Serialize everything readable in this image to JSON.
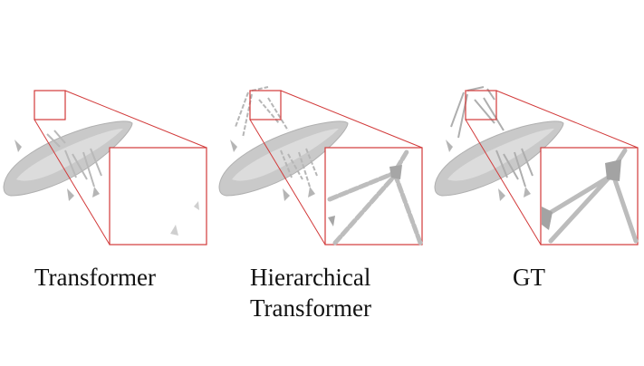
{
  "panels": [
    {
      "id": "transformer",
      "caption": "Transformer"
    },
    {
      "id": "hierarchical",
      "caption_line1": "Hierarchical",
      "caption_line2": "Transformer"
    },
    {
      "id": "gt",
      "caption": "GT"
    }
  ],
  "colors": {
    "mesh_fill": "#c9c9c9",
    "mesh_dark": "#a9a9a9",
    "mesh_light": "#e2e2e2",
    "zoom_box": "#d23a3a"
  }
}
